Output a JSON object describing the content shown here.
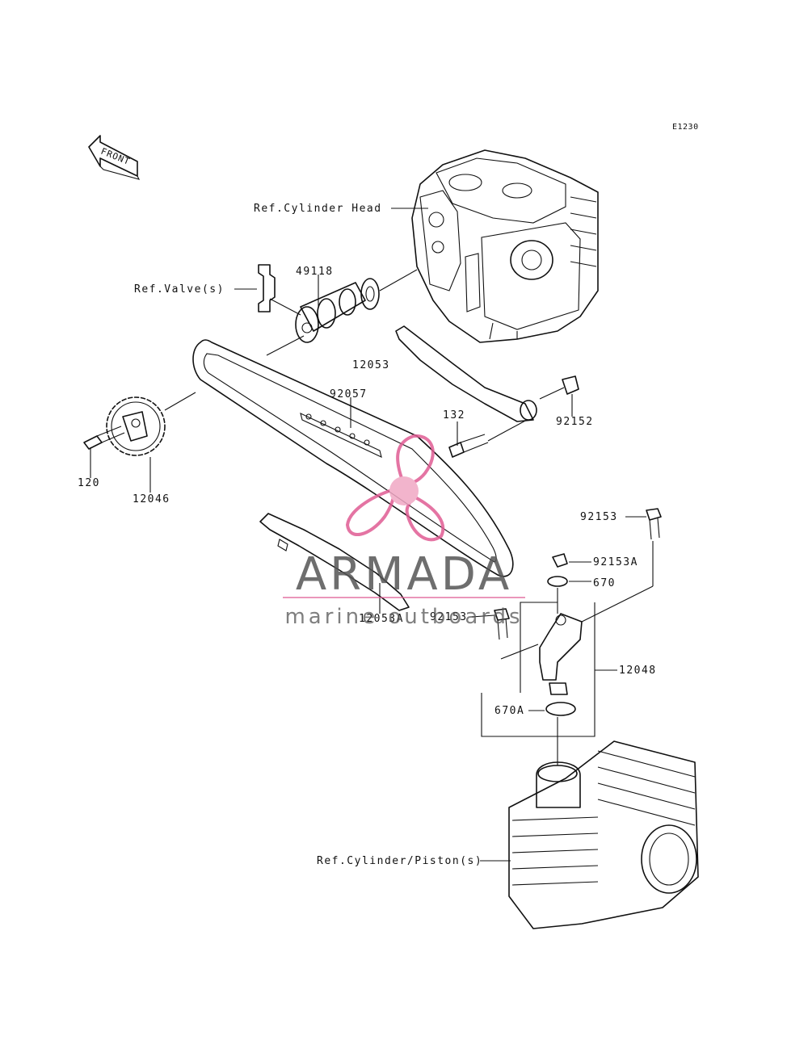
{
  "diagram_code": "E1230",
  "front_label": "FRONT",
  "refs": {
    "cylinder_head": "Ref.Cylinder Head",
    "valve": "Ref.Valve(s)",
    "cylinder_piston": "Ref.Cylinder/Piston(s)"
  },
  "parts": {
    "p49118": "49118",
    "p12053": "12053",
    "p92057": "92057",
    "p132": "132",
    "p92152": "92152",
    "p120": "120",
    "p12046": "12046",
    "p92153_top": "92153",
    "p92153A": "92153A",
    "p670": "670",
    "p12053A": "12053A",
    "p92153_left": "92153",
    "p12048": "12048",
    "p670A": "670A"
  },
  "watermark": {
    "brand": "ARMADA",
    "tagline": "marine outboards",
    "color": "#e05c93"
  }
}
